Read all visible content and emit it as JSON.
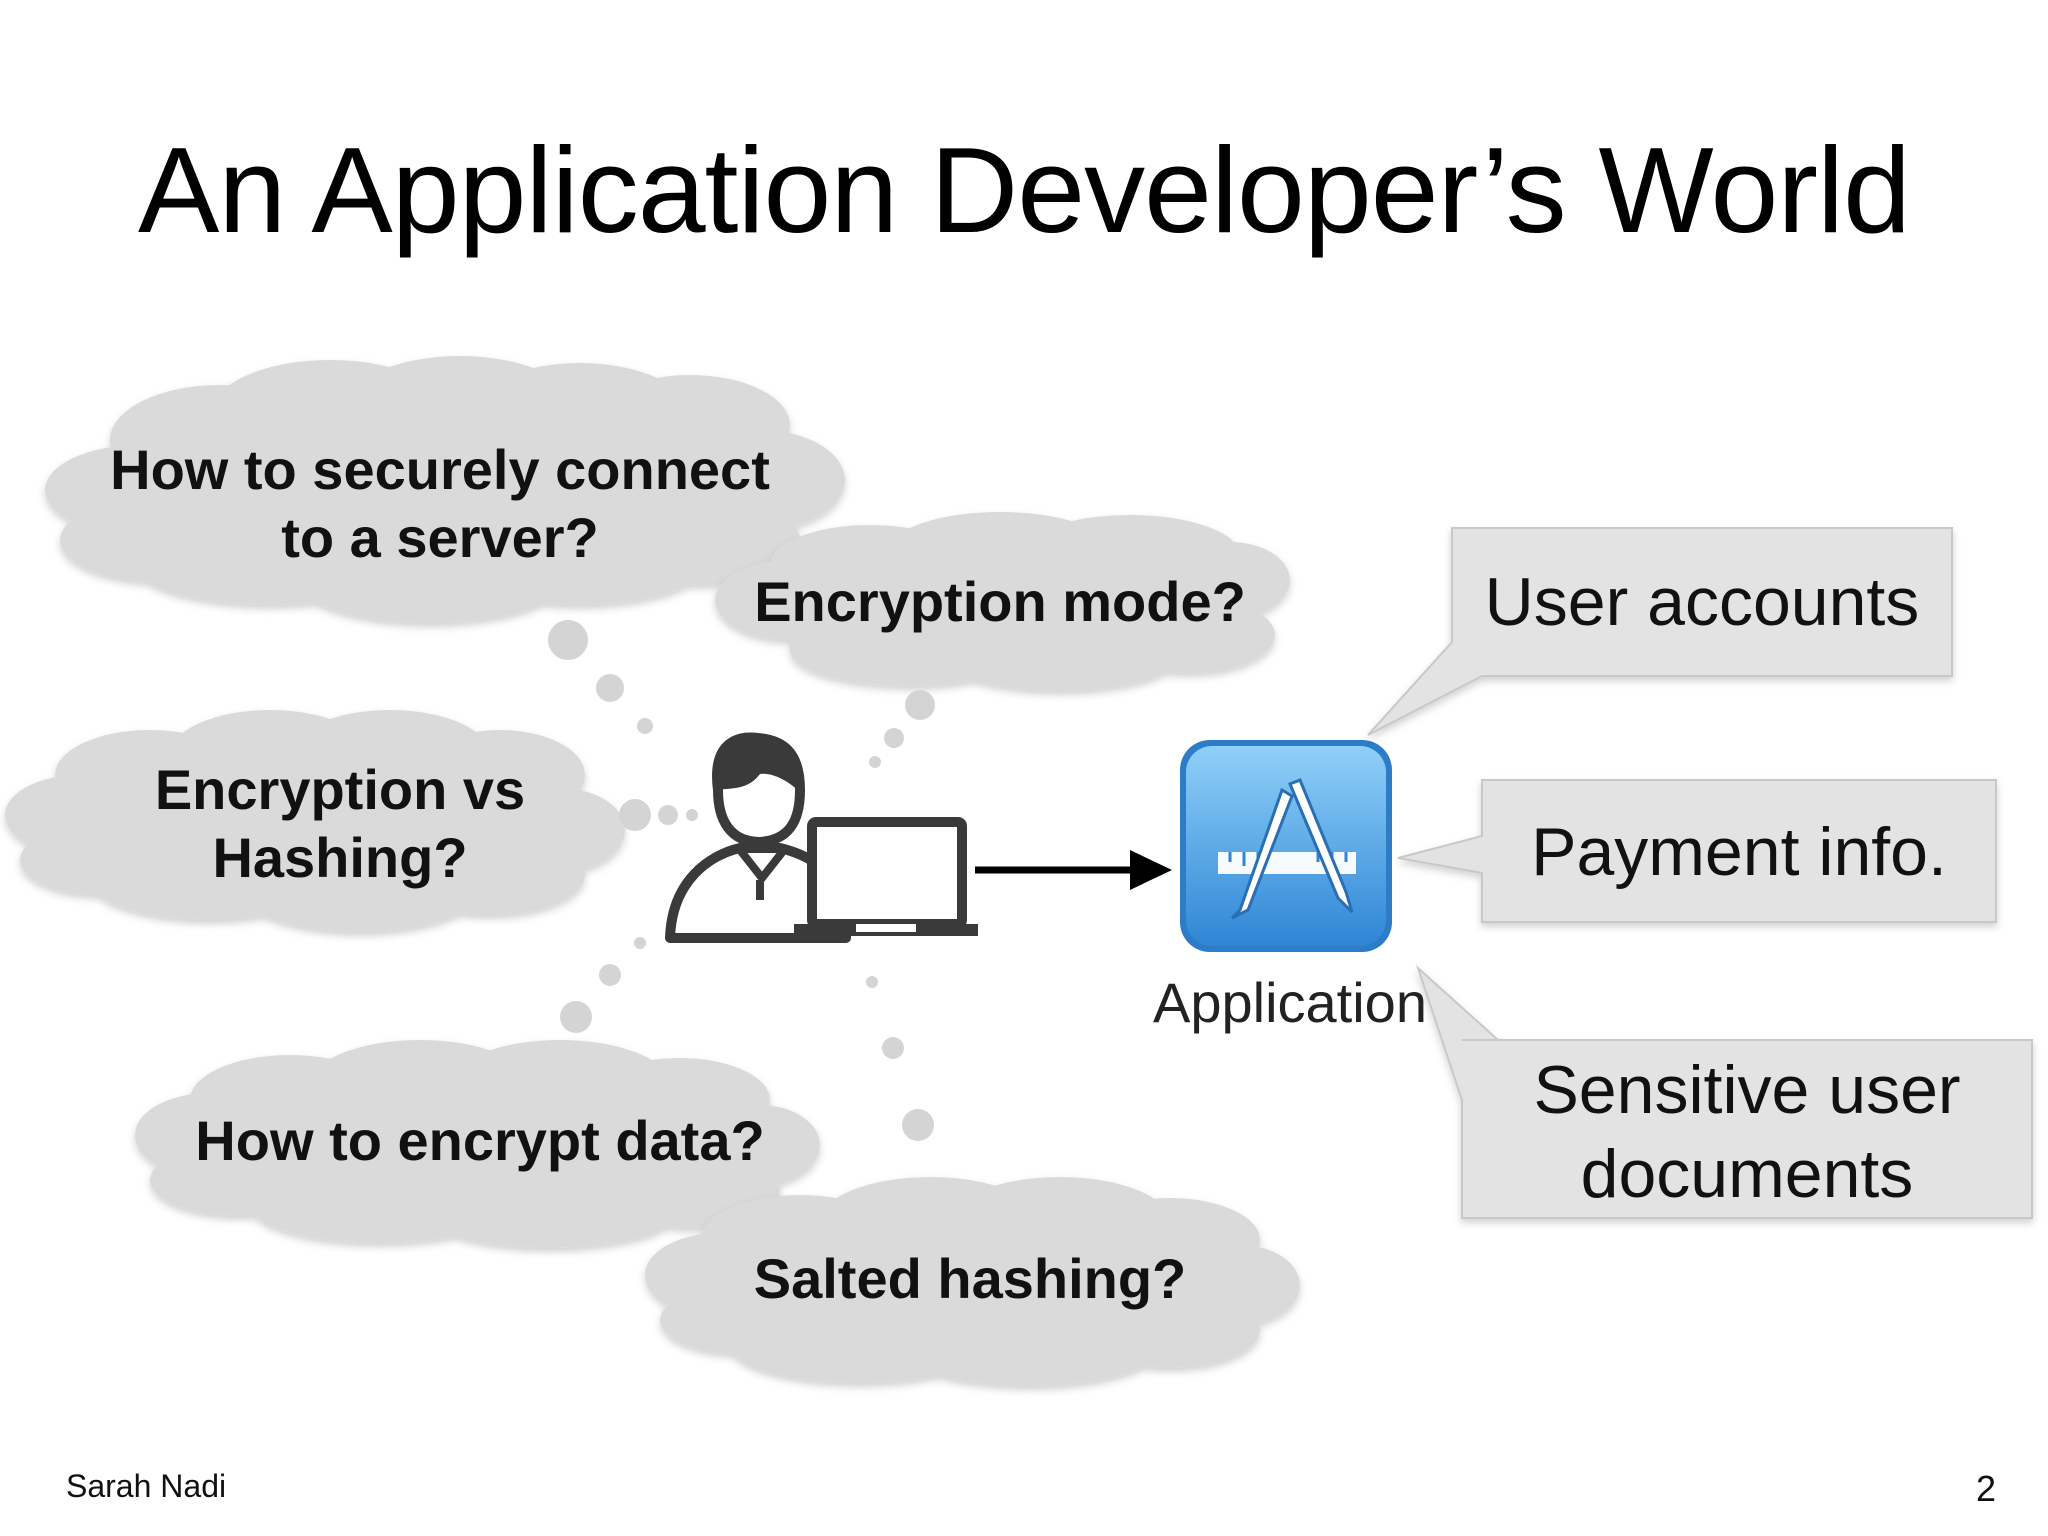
{
  "slide": {
    "title": "An Application Developer’s World",
    "author": "Sarah Nadi",
    "page_number": "2"
  },
  "thoughts": [
    {
      "id": "securely-connect",
      "line1": "How to securely connect",
      "line2": "to a server?"
    },
    {
      "id": "encryption-mode",
      "line1": "Encryption mode?",
      "line2": ""
    },
    {
      "id": "encryption-vs-hashing",
      "line1": "Encryption vs",
      "line2": "Hashing?"
    },
    {
      "id": "encrypt-data",
      "line1": "How to encrypt data?",
      "line2": ""
    },
    {
      "id": "salted-hashing",
      "line1": "Salted hashing?",
      "line2": ""
    }
  ],
  "application": {
    "label": "Application",
    "icon": "app-store-icon"
  },
  "developer": {
    "icon": "developer-with-laptop-icon"
  },
  "data_callouts": [
    {
      "id": "user-accounts",
      "line1": "User accounts",
      "line2": ""
    },
    {
      "id": "payment-info",
      "line1": "Payment info.",
      "line2": ""
    },
    {
      "id": "sensitive-documents",
      "line1": "Sensitive user",
      "line2": "documents"
    }
  ],
  "colors": {
    "cloud_fill": "#dadada",
    "callout_fill": "#e3e3e3",
    "icon_blue_top": "#7cc3f3",
    "icon_blue_bottom": "#2f86d6",
    "figure_stroke": "#3a3a3a"
  }
}
